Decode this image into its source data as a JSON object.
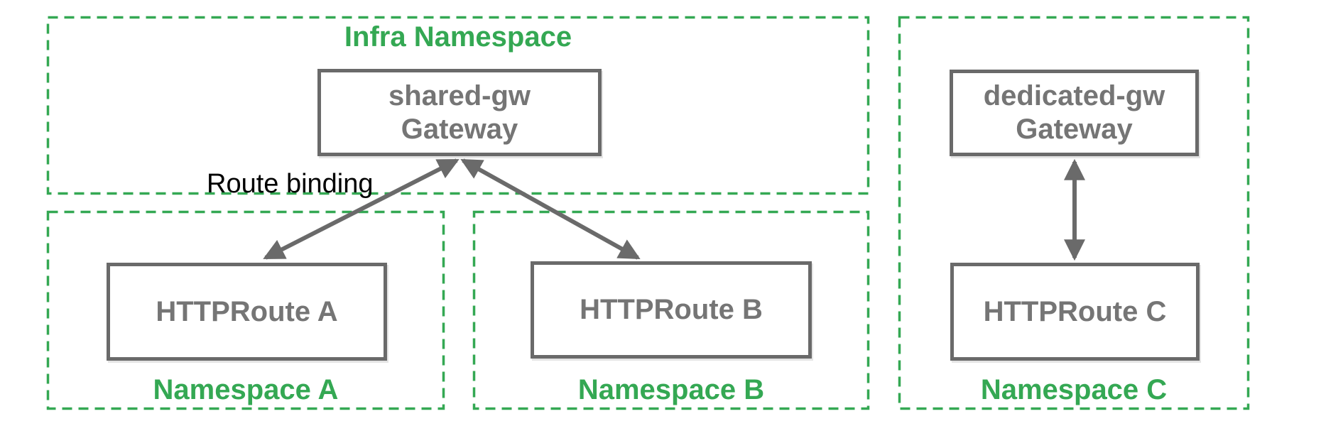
{
  "colors": {
    "namespace_green": "#34A853",
    "box_gray": "#6a6a6a",
    "box_text_gray": "#757575",
    "annotation_black": "#000000"
  },
  "infra_namespace": {
    "label": "Infra Namespace",
    "gateway": {
      "name": "shared-gw",
      "type": "Gateway"
    }
  },
  "namespaces": {
    "a": {
      "label": "Namespace A",
      "route": "HTTPRoute A"
    },
    "b": {
      "label": "Namespace B",
      "route": "HTTPRoute B"
    },
    "c": {
      "label": "Namespace C",
      "gateway": {
        "name": "dedicated-gw",
        "type": "Gateway"
      },
      "route": "HTTPRoute C"
    }
  },
  "annotations": {
    "route_binding": "Route binding"
  }
}
